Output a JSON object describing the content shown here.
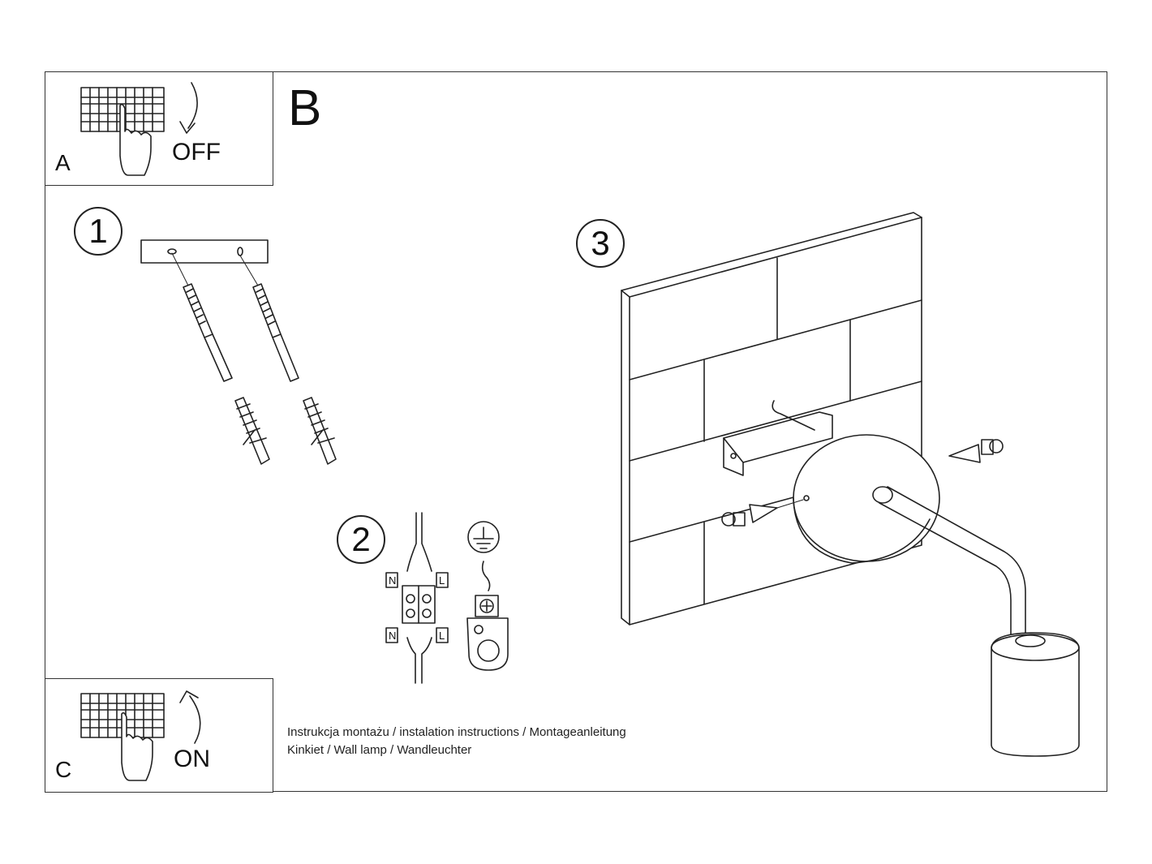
{
  "panel_a": {
    "letter": "A",
    "action": "OFF"
  },
  "panel_b": {
    "letter": "B"
  },
  "panel_c": {
    "letter": "C",
    "action": "ON"
  },
  "steps": {
    "step1": "1",
    "step2": "2",
    "step3": "3"
  },
  "wiring": {
    "neutral_top": "N",
    "live_top": "L",
    "neutral_bottom": "N",
    "live_bottom": "L"
  },
  "caption": {
    "line1": "Instrukcja montażu / instalation instructions / Montageanleitung",
    "line2": "Kinkiet / Wall lamp / Wandleuchter"
  }
}
